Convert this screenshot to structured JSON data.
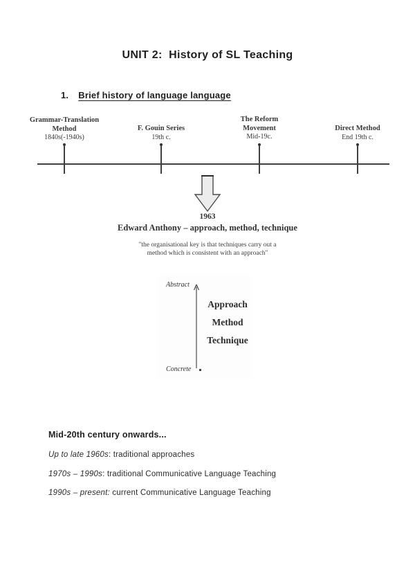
{
  "document": {
    "title": "UNIT 2:  History of SL Teaching",
    "section": {
      "number": "1.",
      "heading": "Brief history of language language"
    }
  },
  "timeline": {
    "events": [
      {
        "name": "Grammar-Translation\nMethod",
        "date": "1840s(-1940s)"
      },
      {
        "name": "F. Gouin Series",
        "date": "19th c."
      },
      {
        "name": "The Reform\nMovement",
        "date": "Mid-19c."
      },
      {
        "name": "Direct Method",
        "date": "End 19th c."
      }
    ]
  },
  "anthony_1963": {
    "year": "1963",
    "headline": "Edward Anthony – approach, method, technique",
    "quote": "\"the organisational key is that techniques carry out a\nmethod which is consistent with an approach\""
  },
  "hierarchy_diagram": {
    "top_label": "Abstract",
    "bottom_label": "Concrete",
    "levels": [
      "Approach",
      "Method",
      "Technique"
    ]
  },
  "mid20th": {
    "heading": "Mid-20th century onwards...",
    "lines": [
      {
        "period": "Up to late 1960s",
        "rest": ": traditional approaches"
      },
      {
        "period": "1970s – 1990s",
        "rest": ": traditional Communicative Language Teaching"
      },
      {
        "period": "1990s – present:",
        "rest": " current Communicative Language Teaching"
      }
    ]
  },
  "colors": {
    "text": "#1f1f1f",
    "scan_text": "#3a3a3a",
    "arrow_fill": "#ececec",
    "arrow_stroke": "#4a4a4a"
  }
}
